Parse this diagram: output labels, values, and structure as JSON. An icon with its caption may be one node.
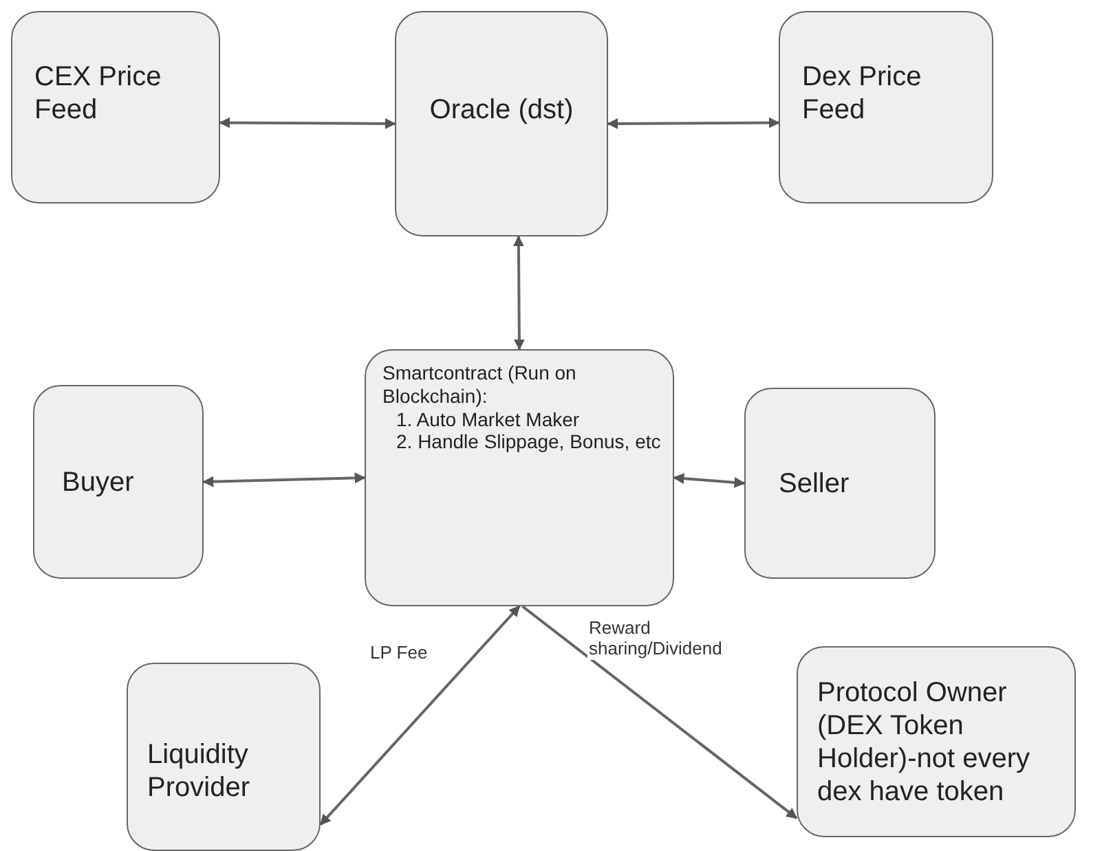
{
  "diagram": {
    "nodes": [
      {
        "text": [
          "CEX Price Feed"
        ]
      },
      {
        "text": [
          "Oracle (dst)"
        ]
      },
      {
        "text": [
          "Dex Price Feed"
        ]
      },
      {
        "text": [
          "Buyer"
        ]
      },
      {
        "text": [
          "Smartcontract (Run on Blockchain):",
          "1. Auto Market Maker",
          "2. Handle Slippage, Bonus, etc"
        ]
      },
      {
        "text": [
          "Seller"
        ]
      },
      {
        "text": [
          "Liquidity Provider"
        ]
      },
      {
        "text": [
          "Protocol Owner (DEX Token Holder)-not every dex have token"
        ]
      }
    ],
    "edges": [
      {
        "from": 0,
        "to": 1,
        "arrow": "both"
      },
      {
        "from": 1,
        "to": 2,
        "arrow": "both"
      },
      {
        "from": 1,
        "to": 4,
        "arrow": "both"
      },
      {
        "from": 3,
        "to": 4,
        "arrow": "both"
      },
      {
        "from": 4,
        "to": 5,
        "arrow": "both"
      },
      {
        "from": 6,
        "to": 4,
        "arrow": "both",
        "label": "LP Fee"
      },
      {
        "from": 4,
        "to": 7,
        "arrow": "to",
        "label": "Reward sharing/Dividend"
      }
    ]
  }
}
